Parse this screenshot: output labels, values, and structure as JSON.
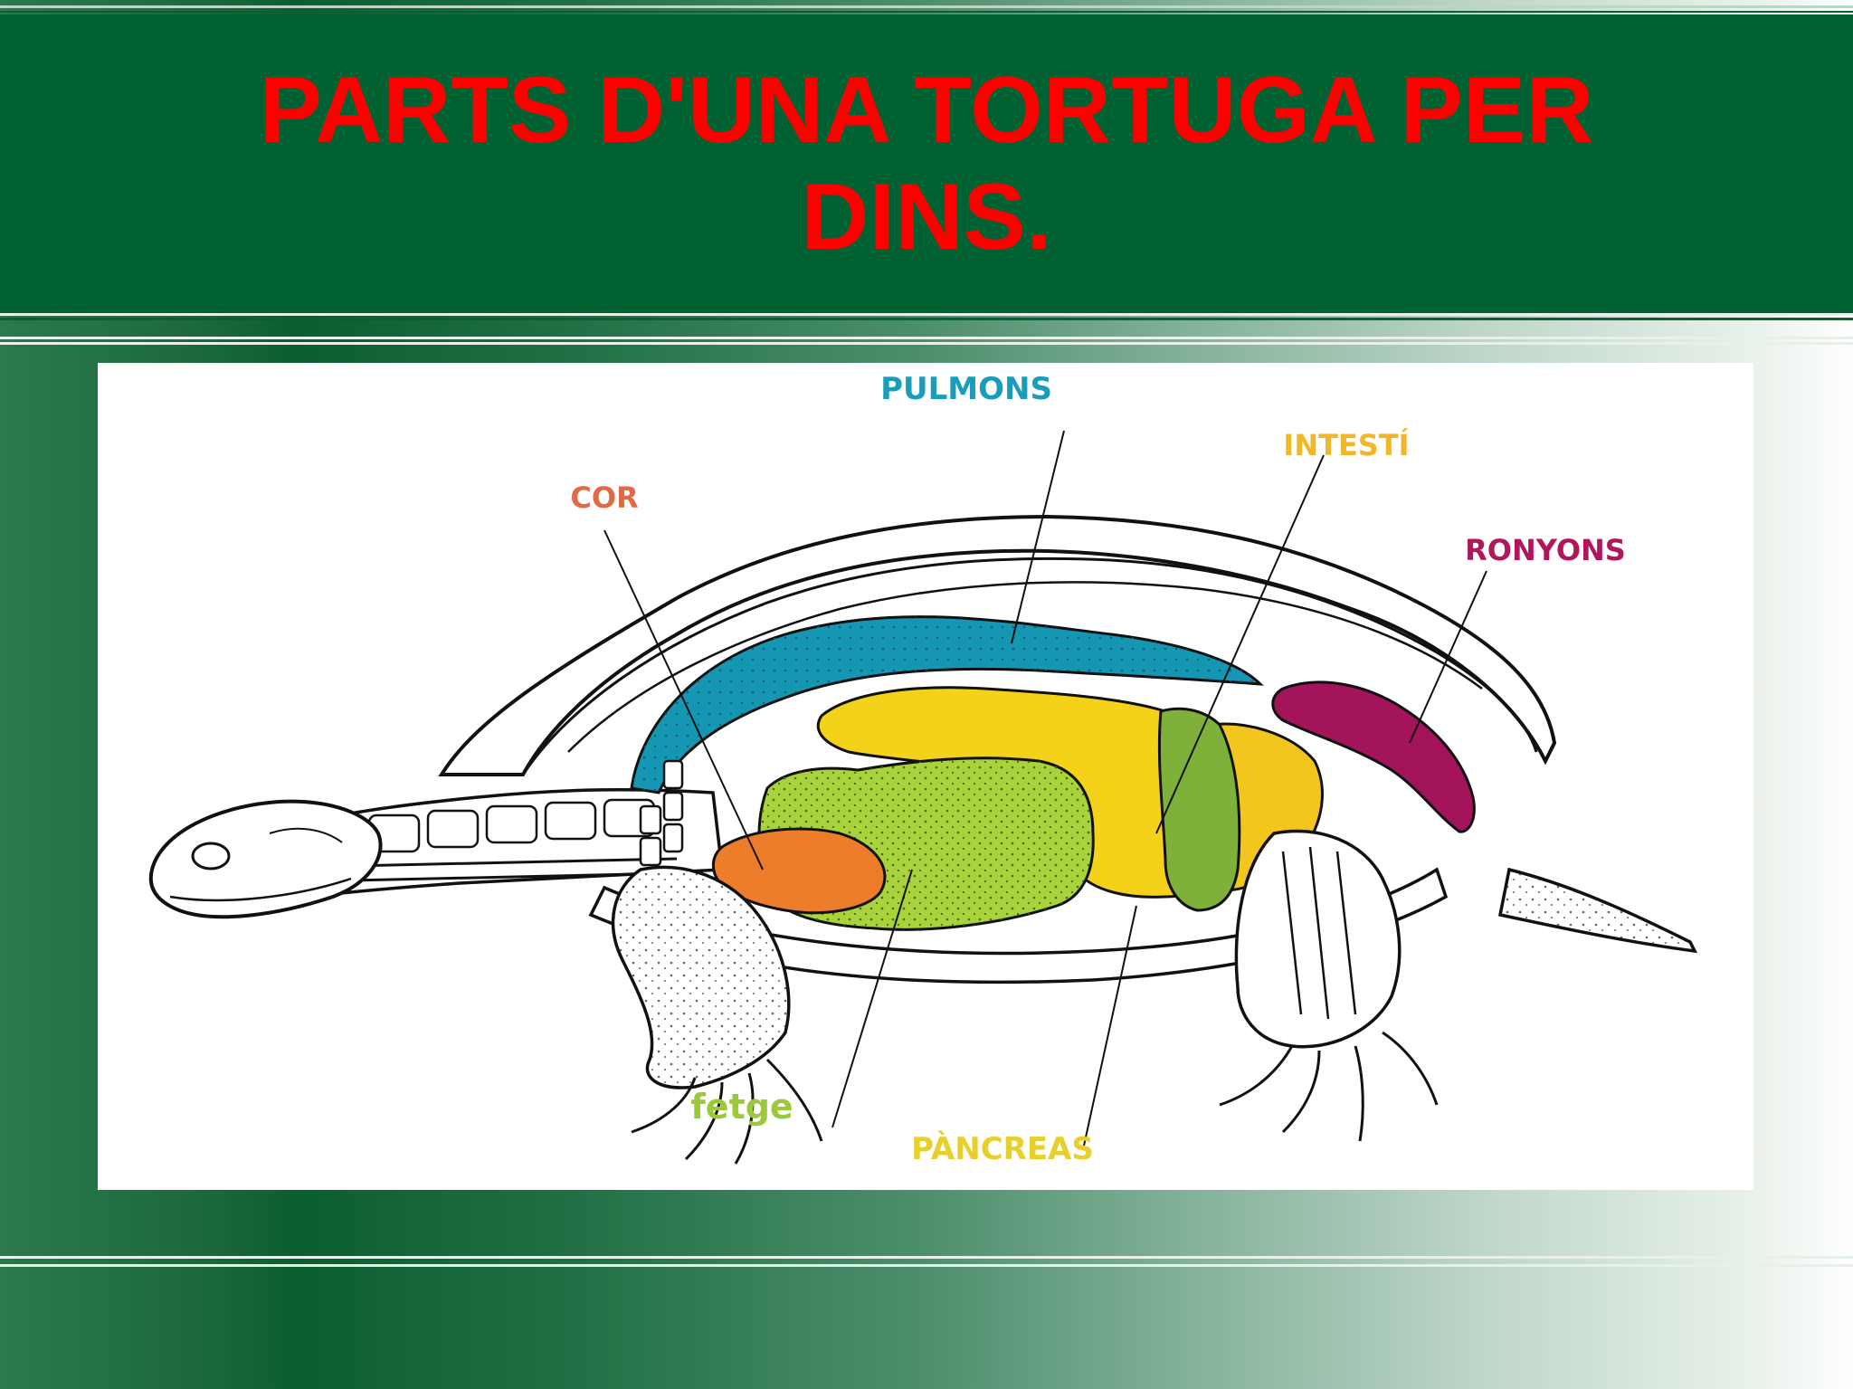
{
  "slide": {
    "title": "PARTS D'UNA TORTUGA PER DINS."
  },
  "diagram": {
    "labels": {
      "pulmons": "PULMONS",
      "intesti": "INTESTÍ",
      "cor": "COR",
      "ronyons": "RONYONS",
      "fetge": "fetge",
      "pancreas": "PÀNCREAS"
    },
    "colors": {
      "pulmons": "#1a9db8",
      "intesti": "#f2b728",
      "cor": "#e06a45",
      "ronyons": "#b0175a",
      "fetge": "#9cc93a",
      "pancreas": "#e8cf2a",
      "pancreas_organ": "#7fb03a",
      "intestine_organ": "#f5d21a",
      "liver_organ": "#a9d23b",
      "heart_organ": "#ee7d2b",
      "lung_organ": "#1596b2",
      "kidney_organ": "#a3145b"
    }
  }
}
